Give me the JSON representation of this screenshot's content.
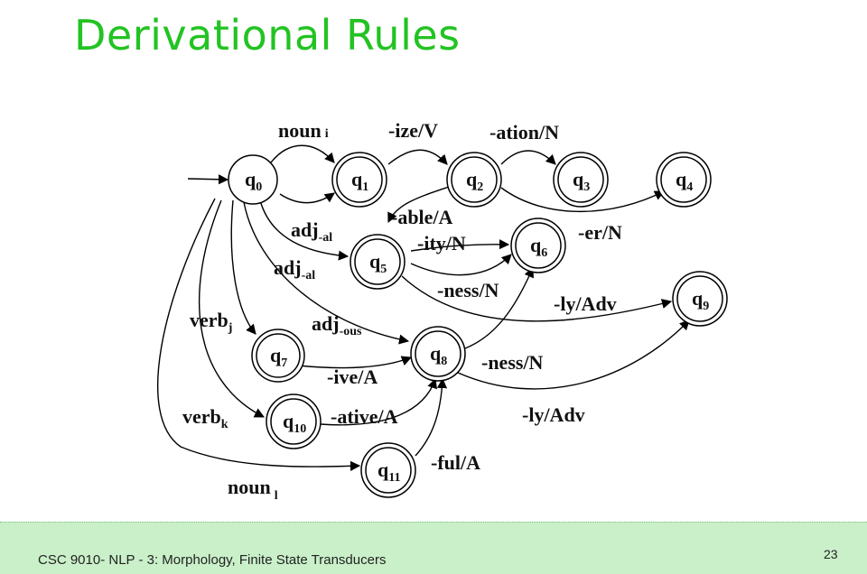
{
  "title": "Derivational Rules",
  "footer": {
    "text": "CSC 9010- NLP - 3: Morphology, Finite State Transducers",
    "page": "23"
  },
  "states": [
    {
      "id": "q0",
      "base": "q",
      "index": "0"
    },
    {
      "id": "q1",
      "base": "q",
      "index": "1"
    },
    {
      "id": "q2",
      "base": "q",
      "index": "2"
    },
    {
      "id": "q3",
      "base": "q",
      "index": "3"
    },
    {
      "id": "q4",
      "base": "q",
      "index": "4"
    },
    {
      "id": "q5",
      "base": "q",
      "index": "5"
    },
    {
      "id": "q6",
      "base": "q",
      "index": "6"
    },
    {
      "id": "q7",
      "base": "q",
      "index": "7"
    },
    {
      "id": "q8",
      "base": "q",
      "index": "8"
    },
    {
      "id": "q9",
      "base": "q",
      "index": "9"
    },
    {
      "id": "q10",
      "base": "q",
      "index": "10"
    },
    {
      "id": "q11",
      "base": "q",
      "index": "11"
    }
  ],
  "edge_labels": {
    "noun_i": {
      "base": "noun",
      "sub": "i"
    },
    "ize": {
      "text": "-ize/V"
    },
    "ation": {
      "text": "-ation/N"
    },
    "able": {
      "text": "-able/A"
    },
    "er": {
      "text": "-er/N"
    },
    "adj_al_1": {
      "base": "adj",
      "sub": "-al"
    },
    "ity": {
      "text": "-ity/N"
    },
    "adj_al_2": {
      "base": "adj",
      "sub": "-al"
    },
    "ness_1": {
      "text": "-ness/N"
    },
    "ly_1": {
      "text": "-ly/Adv"
    },
    "verb_j": {
      "base": "verb",
      "sub": "j"
    },
    "adj_ous": {
      "base": "adj",
      "sub": "-ous"
    },
    "ive": {
      "text": "-ive/A"
    },
    "ness_2": {
      "text": "-ness/N"
    },
    "verb_k": {
      "base": "verb",
      "sub": "k"
    },
    "ative": {
      "text": "-ative/A"
    },
    "ly_2": {
      "text": "-ly/Adv"
    },
    "ful": {
      "text": "-ful/A"
    },
    "noun_l": {
      "base": "noun",
      "sub": "l"
    }
  }
}
